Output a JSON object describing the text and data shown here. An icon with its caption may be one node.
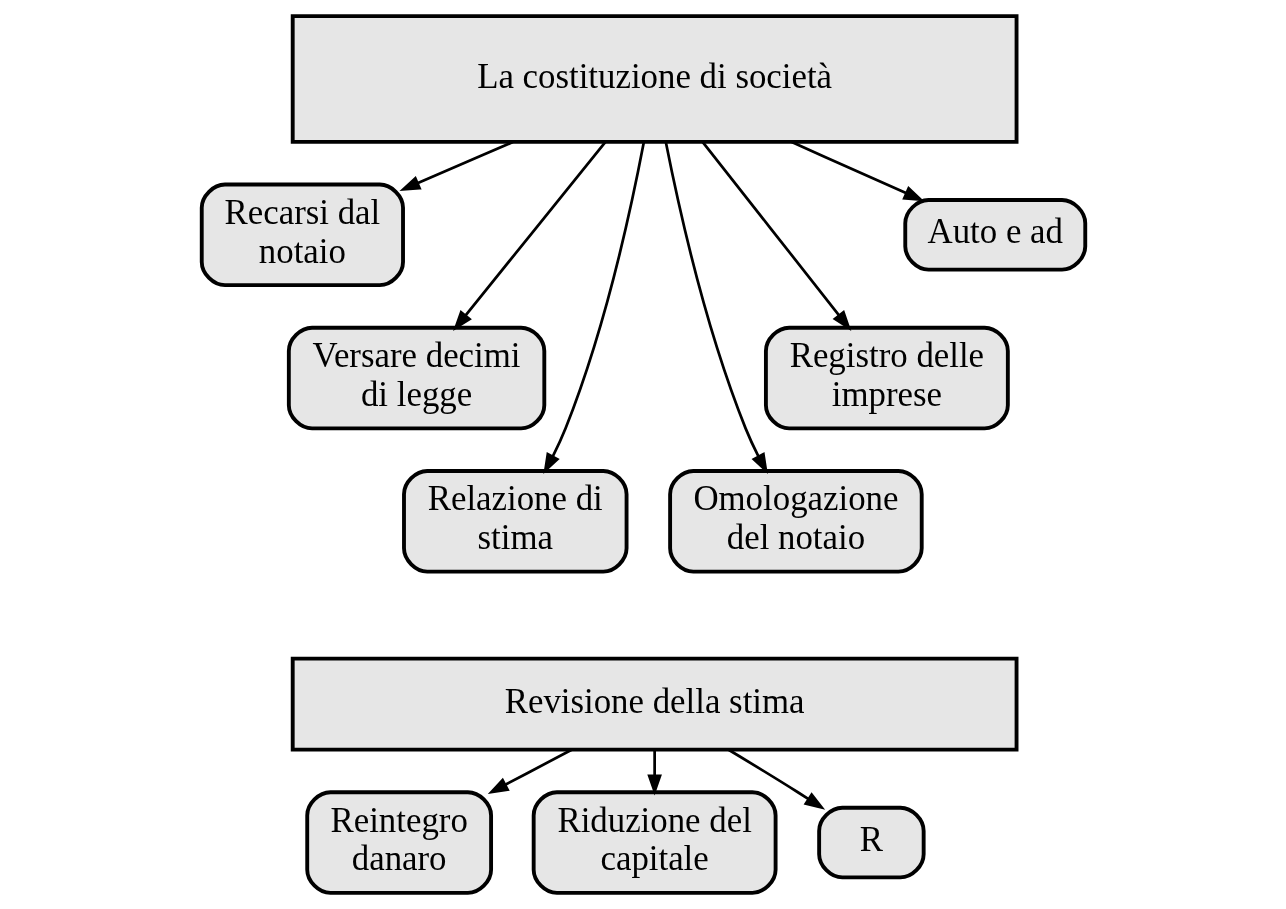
{
  "diagram": {
    "nodes": [
      {
        "text": [
          "La costituzione di società"
        ]
      },
      {
        "text": [
          "Recarsi dal notaio"
        ]
      },
      {
        "text": [
          "Versare decimi di legge"
        ]
      },
      {
        "text": [
          "Relazione di stima"
        ]
      },
      {
        "text": [
          "Omologazione del notaio"
        ]
      },
      {
        "text": [
          "Registro delle imprese"
        ]
      },
      {
        "text": [
          "Auto e ad"
        ]
      },
      {
        "text": [
          "Revisione della stima"
        ]
      },
      {
        "text": [
          "Reintegro danaro"
        ]
      },
      {
        "text": [
          "Riduzione del capitale"
        ]
      },
      {
        "text": [
          "R"
        ]
      }
    ],
    "edges": [
      {
        "from": 0,
        "to": 1,
        "arrow": "to"
      },
      {
        "from": 0,
        "to": 2,
        "arrow": "to"
      },
      {
        "from": 0,
        "to": 3,
        "arrow": "to"
      },
      {
        "from": 0,
        "to": 4,
        "arrow": "to"
      },
      {
        "from": 0,
        "to": 5,
        "arrow": "to"
      },
      {
        "from": 0,
        "to": 6,
        "arrow": "to"
      },
      {
        "from": 7,
        "to": 8,
        "arrow": "to"
      },
      {
        "from": 7,
        "to": 9,
        "arrow": "to"
      },
      {
        "from": 7,
        "to": 10,
        "arrow": "to"
      }
    ]
  }
}
